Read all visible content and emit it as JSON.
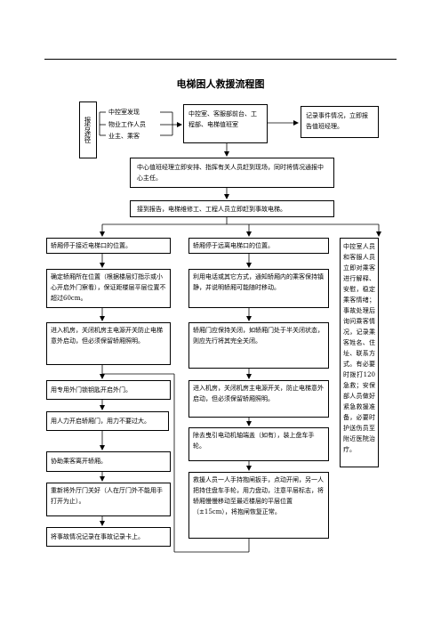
{
  "title": "电梯困人救援流程图",
  "report": {
    "label": "报告途径",
    "sources": [
      "中控室发现",
      "物业工作人员",
      "业主、乘客"
    ]
  },
  "nodes": {
    "receive": "中控室、客服部前台、工程部、电梯值班室",
    "record": "记录事件情况，立即报告值班经理。",
    "duty_manager": "中心值班经理立即安排、指挥有关人员赶到现场，同时将情况通报中心主任。",
    "on_site": "接到报告，电梯维修工、工程人员立即赶到事故电梯。",
    "left_branch": [
      "轿厢停于接近电梯口的位置。",
      "确定轿厢所在位置（根据楼层灯指示或小心开启外门察看），保证距楼层平层位置不超过60cm。",
      "进入机房，关闭机房主电源开关防止电梯意外启动，但必须保留轿厢照明。",
      "用专用外门锁钥匙开启外门。",
      "用人力开启轿厢门，用力不要过大。",
      "协助乘客离开轿厢。",
      "重新将外厅门关好（人在厅门外不能用手打开为止）。",
      "将事故情况记录在事故记录卡上。"
    ],
    "right_branch": [
      "轿厢停于远离电梯口的位置。",
      "利用电话或其它方式，通知轿厢内的乘客保持镇静，并说明轿厢可能随时移动。",
      "轿厢门应保持关闭，如轿厢门处于半关闭状态，则应先行将其完全关闭。",
      "进入机房，关闭机房主电源开关，防止电梯意外启动，但必须保留轿厢照明。",
      "除去曳引电动机轴端盖（如有），装上盘车手轮。",
      "救援人员一人手持抱闸扳手，点动开闸，另一人把持住盘车手轮，用力盘动，注意平层标志，将轿厢慢慢移动至最近楼层的平层位置（±15cm），将抱闸恢复正常。"
    ],
    "side_note": "中控室人员和客服人员立即对乘客进行解释、安慰，稳定乘客情绪；事故处理后询问乘客情况，记录乘客姓名、住址、联系方式。有必要时拨打120急救；安保部人员做好紧急救援准备，必要时护送伤员至附近医院治疗。"
  }
}
